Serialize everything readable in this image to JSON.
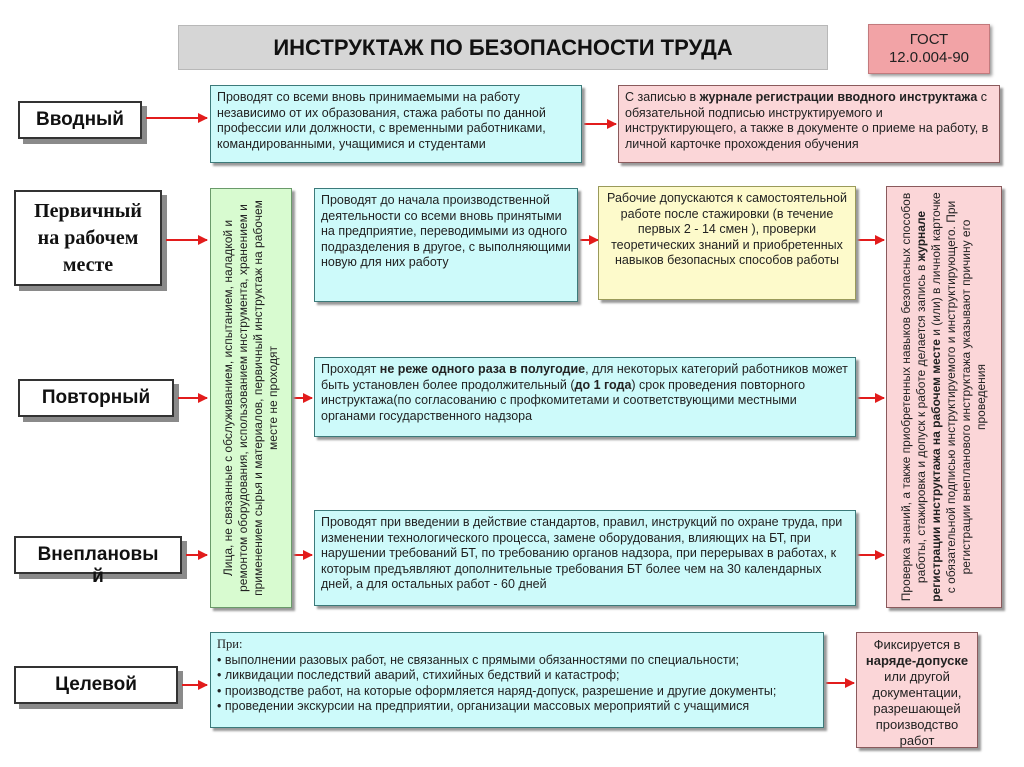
{
  "title": "ИНСТРУКТАЖ ПО БЕЗОПАСНОСТИ ТРУДА",
  "gost": {
    "line1": "ГОСТ",
    "line2": "12.0.004-90"
  },
  "labels": {
    "vvodny": "Вводный",
    "pervichny": "Первичный на рабочем месте",
    "povtorny": "Повторный",
    "vneplanovy": "Внеплановый",
    "tselevoy": "Целевой"
  },
  "vvodny_box": "Проводят со всеми вновь принимаемыми на работу независимо от их образования, стажа работы по данной профессии или должности, с временными работниками, командированными, учащимися и студентами",
  "registration_box": {
    "p1": "С записью в ",
    "p2": "журнале регистрации вводного инструктажа",
    "p3": " с обязательной подписью инструктируемого и инструктирующего, а также в документе о приеме на работу, в личной карточке прохождения обучения"
  },
  "exempt_box": "Лица, не связанные с обслуживанием, испытанием, наладкой и ремонтом оборудования, использованием инструмента, хранением и применением сырья и материалов, первичный инструктаж на рабочем месте не проходят",
  "pervichny_box": "Проводят до начала производственной деятельности со всеми вновь принятыми на предприятие, переводимыми из одного подразделения в другое, с выполняющими новую для них работу",
  "stazhirovka_box": "Рабочие допускаются к самостоятельной работе после стажировки (в течение первых 2 - 14 смен ), проверки теоретических знаний и приобретенных навыков безопасных способов работы",
  "povtorny_box": {
    "p1": "Проходят ",
    "p2": "не реже одного раза в полугодие",
    "p3": ", для некоторых категорий работников может быть установлен более продолжительный (",
    "p4": "до 1 года",
    "p5": ") срок проведения повторного инструктажа(по согласованию с профкомитетами и соответствующими местными органами государственного надзора"
  },
  "vneplanovy_box": "Проводят при введении в действие стандартов, правил, инструкций по охране труда, при изменении технологического процесса, замене оборудования, влияющих на БТ, при нарушении требований БТ, по требованию органов надзора, при перерывах в работах, к которым предъявляют дополнительные требования БТ более чем на 30 календарных дней, а для остальных работ - 60 дней",
  "check_box": {
    "p1": "Проверка знаний, а также приобретенных навыков безопасных способов работы, стажировка и допуск к работе делается запись в ",
    "p2": "журнале регистрации инструктажа на рабочем месте",
    "p3": " и (или) в личной карточке с обязательной подписью инструктируемого и инструктирующего. При регистрации внепланового инструктажа указывают причину его проведения"
  },
  "tselevoy_box": {
    "intro": "При:",
    "items": [
      "• выполнении разовых работ, не связанных с прямыми обязанностями по специальности;",
      "• ликвидации последствий аварий, стихийных бедствий и катастроф;",
      "• производстве работ, на которые оформляется наряд-допуск, разрешение и другие документы;",
      "• проведении экскурсии на предприятии, организации массовых мероприятий с учащимися"
    ]
  },
  "naryad_box": {
    "p1": "Фиксируется в",
    "p2": "наряде-допуске",
    "p3": "или другой документации, разрешающей производство работ"
  },
  "colors": {
    "cyan": "#cdfafa",
    "pink": "#fbd6d8",
    "yellow": "#fdfacb",
    "green": "#d8fbd0",
    "arrow": "#e21c1c"
  }
}
